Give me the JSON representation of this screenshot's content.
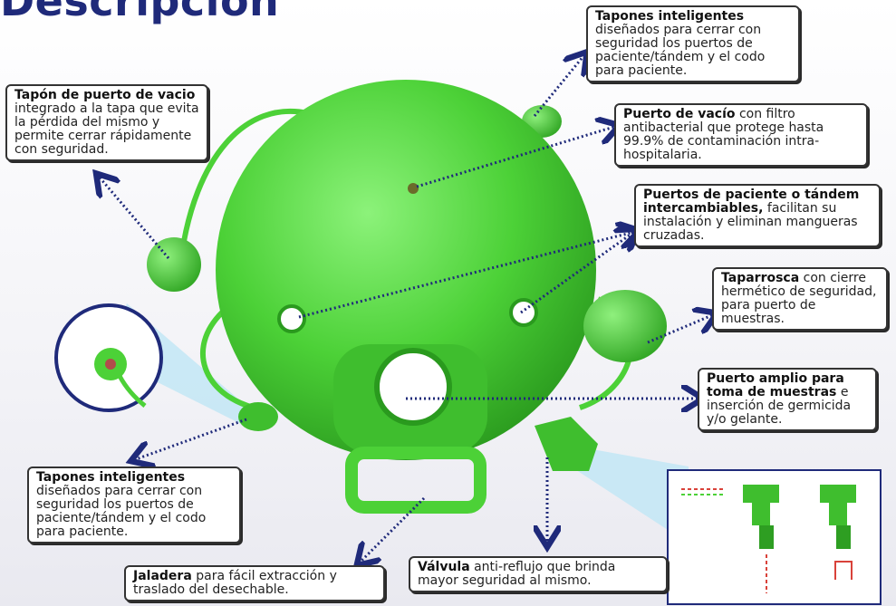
{
  "title": "Descripción",
  "callouts": {
    "tapones_top": {
      "bold": "Tapones inteligentes",
      "text": "diseñados para cerrar con seguridad los puertos de paciente/tándem y el codo para paciente."
    },
    "vacio_port_cap": {
      "bold": "Tapón de puerto de vacio",
      "text": " integrado a la tapa que evita la pérdida del mismo y permite cerrar rápidamente con seguridad."
    },
    "vacio": {
      "bold": "Puerto de vacío",
      "text": " con filtro antibacterial que protege hasta 99.9% de contaminación intra-hospitalaria."
    },
    "paciente": {
      "bold": "Puertos de paciente o tándem intercambiables,",
      "text": " facilitan su instalación y eliminan mangueras cruzadas."
    },
    "taparrosca": {
      "bold": "Taparrosca",
      "text": " con cierre hermético de seguridad, para puerto de muestras."
    },
    "amplio": {
      "bold": "Puerto amplio para toma de muestras",
      "text": " e inserción de germicida y/o gelante."
    },
    "tapones_bottom": {
      "bold": "Tapones inteligentes",
      "text": "diseñados para cerrar con seguridad los puertos de paciente/tándem y el codo para paciente."
    },
    "jaladera": {
      "bold": "Jaladera",
      "text": " para fácil extracción y traslado del desechable."
    },
    "valvula": {
      "bold": "Válvula",
      "text": " anti-reflujo que brinda mayor seguridad al mismo."
    }
  },
  "colors": {
    "green": "#4cd137",
    "green_dark": "#2e9e22",
    "navy": "#1f2a7a",
    "arrow": "#1f2a7a"
  }
}
